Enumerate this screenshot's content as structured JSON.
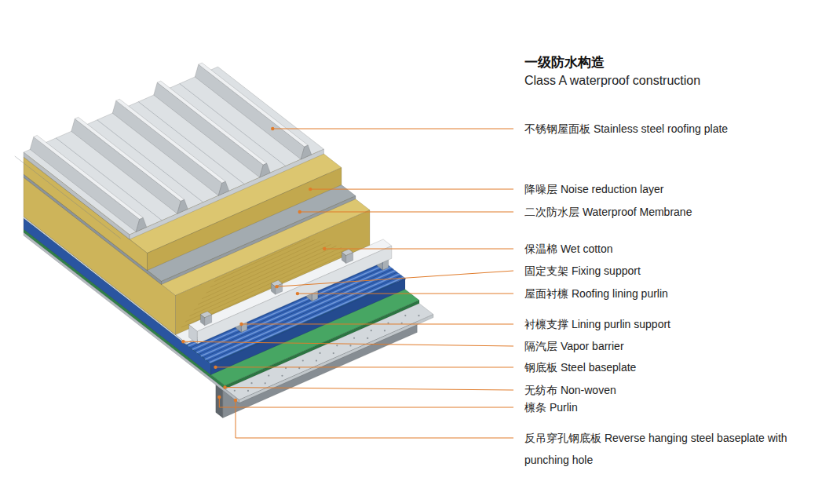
{
  "diagram": {
    "title": "一级防水构造",
    "labels": [
      "Class A waterproof construction",
      "不锈钢屋面板 Stainless steel roofing plate",
      "降噪层 Noise reduction layer",
      "二次防水层 Waterproof Membrane",
      "保温棉 Wet cotton",
      "固定支架 Fixing support",
      "屋面衬檩 Roofing lining purlin",
      "衬檩支撑 Lining purlin support",
      "隔汽层 Vapor barrier",
      "钢底板 Steel baseplate",
      "无纺布 Non-woven",
      "檩条 Purlin",
      "反吊穿孔钢底板 Reverse hanging steel baseplate with punching hole"
    ]
  }
}
